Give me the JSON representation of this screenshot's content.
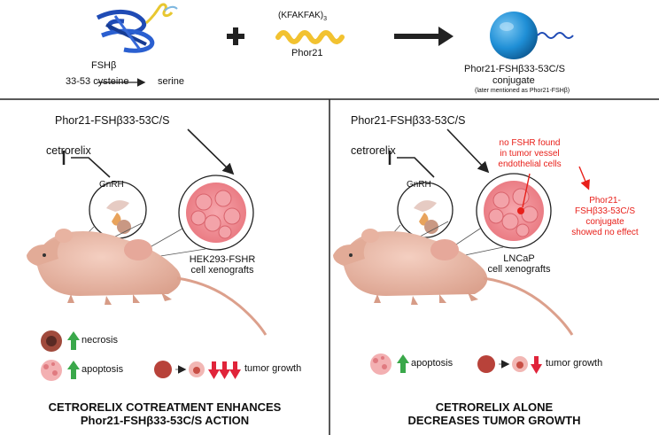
{
  "top": {
    "fsh_label": "FSHβ",
    "cysteine_label": "33-53 cysteine",
    "serine_label": "serine",
    "peptide_formula": "(KFAKFAK)",
    "peptide_subscript": "3",
    "phor21_label": "Phor21",
    "conjugate_title": "Phor21-FSHβ33-53C/S",
    "conjugate_subtitle": "conjugate",
    "conjugate_note": "(later mentioned as Phor21-FSHβ)"
  },
  "left": {
    "drug_label": "Phor21-FSHβ33-53C/S",
    "cetrorelix_label": "cetrorelix",
    "gnrh_label": "GnRH",
    "xenograft_line1": "HEK293-FSHR",
    "xenograft_line2": "cell xenografts",
    "necrosis_label": "necrosis",
    "apoptosis_label": "apoptosis",
    "tumor_growth_label": "tumor growth",
    "conclusion_line1": "CETRORELIX COTREATMENT ENHANCES",
    "conclusion_line2": "Phor21-FSHβ33-53C/S ACTION"
  },
  "right": {
    "drug_label": "Phor21-FSHβ33-53C/S",
    "cetrorelix_label": "cetrorelix",
    "gnrh_label": "GnRH",
    "no_fshr_line1": "no FSHR found",
    "no_fshr_line2": "in tumor vessel",
    "no_fshr_line3": "endothelial cells",
    "no_effect_line1": "Phor21-",
    "no_effect_line2": "FSHβ33-53C/S",
    "no_effect_line3": "conjugate",
    "no_effect_line4": "showed no effect",
    "xenograft_line1": "LNCaP",
    "xenograft_line2": "cell xenografts",
    "apoptosis_label": "apoptosis",
    "tumor_growth_label": "tumor growth",
    "conclusion_line1": "CETRORELIX ALONE",
    "conclusion_line2": "DECREASES TUMOR GROWTH"
  },
  "colors": {
    "protein_blue": "#1f4bb5",
    "peptide_yellow": "#f2c230",
    "sphere_blue": "#1f8fd6",
    "mouse_pink": "#e9b7a5",
    "tumor_pink": "#f08a90",
    "up_green": "#3aa84a",
    "down_red": "#e0243a",
    "text_red": "#e8201a"
  }
}
